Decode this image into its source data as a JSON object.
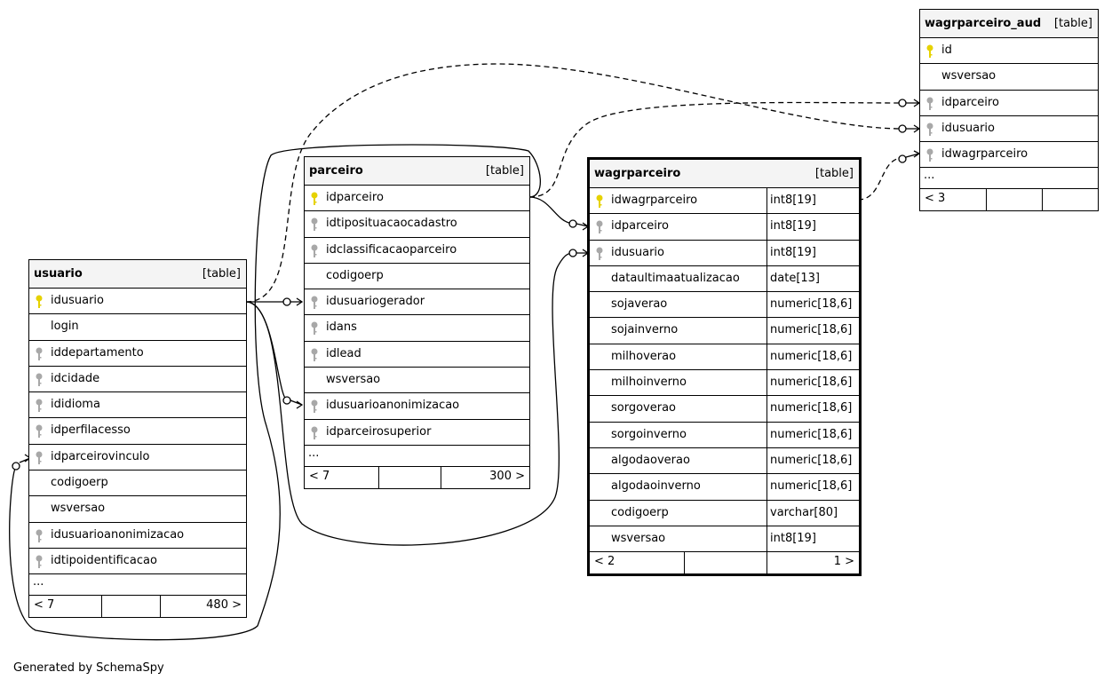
{
  "key_colors": {
    "primary": "#e6d200",
    "foreign": "#a8a8a8"
  },
  "tables": {
    "usuario": {
      "name": "usuario",
      "type": "[table]",
      "columns": [
        {
          "name": "idusuario",
          "key": "primary"
        },
        {
          "name": "login",
          "key": "none"
        },
        {
          "name": "iddepartamento",
          "key": "foreign"
        },
        {
          "name": "idcidade",
          "key": "foreign"
        },
        {
          "name": "ididioma",
          "key": "foreign"
        },
        {
          "name": "idperfilacesso",
          "key": "foreign"
        },
        {
          "name": "idparceirovinculo",
          "key": "foreign"
        },
        {
          "name": "codigoerp",
          "key": "none"
        },
        {
          "name": "wsversao",
          "key": "none"
        },
        {
          "name": "idusuarioanonimizacao",
          "key": "foreign"
        },
        {
          "name": "idtipoidentificacao",
          "key": "foreign"
        }
      ],
      "more": "...",
      "footer": {
        "left": "< 7",
        "right": "480 >"
      }
    },
    "parceiro": {
      "name": "parceiro",
      "type": "[table]",
      "columns": [
        {
          "name": "idparceiro",
          "key": "primary"
        },
        {
          "name": "idtiposituacaocadastro",
          "key": "foreign"
        },
        {
          "name": "idclassificacaoparceiro",
          "key": "foreign"
        },
        {
          "name": "codigoerp",
          "key": "none"
        },
        {
          "name": "idusuariogerador",
          "key": "foreign"
        },
        {
          "name": "idans",
          "key": "foreign"
        },
        {
          "name": "idlead",
          "key": "foreign"
        },
        {
          "name": "wsversao",
          "key": "none"
        },
        {
          "name": "idusuarioanonimizacao",
          "key": "foreign"
        },
        {
          "name": "idparceirosuperior",
          "key": "foreign"
        }
      ],
      "more": "...",
      "footer": {
        "left": "< 7",
        "right": "300 >"
      }
    },
    "wagrparceiro": {
      "name": "wagrparceiro",
      "type": "[table]",
      "columns": [
        {
          "name": "idwagrparceiro",
          "key": "primary",
          "type": "int8[19]"
        },
        {
          "name": "idparceiro",
          "key": "foreign",
          "type": "int8[19]"
        },
        {
          "name": "idusuario",
          "key": "foreign",
          "type": "int8[19]"
        },
        {
          "name": "dataultimaatualizacao",
          "key": "none",
          "type": "date[13]"
        },
        {
          "name": "sojaverao",
          "key": "none",
          "type": "numeric[18,6]"
        },
        {
          "name": "sojainverno",
          "key": "none",
          "type": "numeric[18,6]"
        },
        {
          "name": "milhoverao",
          "key": "none",
          "type": "numeric[18,6]"
        },
        {
          "name": "milhoinverno",
          "key": "none",
          "type": "numeric[18,6]"
        },
        {
          "name": "sorgoverao",
          "key": "none",
          "type": "numeric[18,6]"
        },
        {
          "name": "sorgoinverno",
          "key": "none",
          "type": "numeric[18,6]"
        },
        {
          "name": "algodaoverao",
          "key": "none",
          "type": "numeric[18,6]"
        },
        {
          "name": "algodaoinverno",
          "key": "none",
          "type": "numeric[18,6]"
        },
        {
          "name": "codigoerp",
          "key": "none",
          "type": "varchar[80]"
        },
        {
          "name": "wsversao",
          "key": "none",
          "type": "int8[19]"
        }
      ],
      "footer": {
        "left": "< 2",
        "right": "1 >"
      }
    },
    "wagrparceiro_aud": {
      "name": "wagrparceiro_aud",
      "type": "[table]",
      "columns": [
        {
          "name": "id",
          "key": "primary"
        },
        {
          "name": "wsversao",
          "key": "none"
        },
        {
          "name": "idparceiro",
          "key": "foreign"
        },
        {
          "name": "idusuario",
          "key": "foreign"
        },
        {
          "name": "idwagrparceiro",
          "key": "foreign"
        }
      ],
      "more": "...",
      "footer": {
        "left": "< 3",
        "right": ""
      }
    }
  },
  "relationships": [
    {
      "from": "usuario.idusuario",
      "to": "parceiro.idusuariogerador",
      "implied": false
    },
    {
      "from": "usuario.idusuario",
      "to": "parceiro.idusuarioanonimizacao",
      "implied": false
    },
    {
      "from": "usuario.idusuario",
      "to": "wagrparceiro.idusuario",
      "implied": false
    },
    {
      "from": "usuario.idusuario",
      "to": "wagrparceiro_aud.idusuario",
      "implied": true
    },
    {
      "from": "parceiro.idparceiro",
      "to": "usuario.idparceirovinculo",
      "implied": false
    },
    {
      "from": "parceiro.idparceiro",
      "to": "wagrparceiro.idparceiro",
      "implied": false
    },
    {
      "from": "parceiro.idparceiro",
      "to": "wagrparceiro_aud.idparceiro",
      "implied": true
    },
    {
      "from": "wagrparceiro.idwagrparceiro",
      "to": "wagrparceiro_aud.idwagrparceiro",
      "implied": true
    }
  ],
  "credit": "Generated by SchemaSpy"
}
